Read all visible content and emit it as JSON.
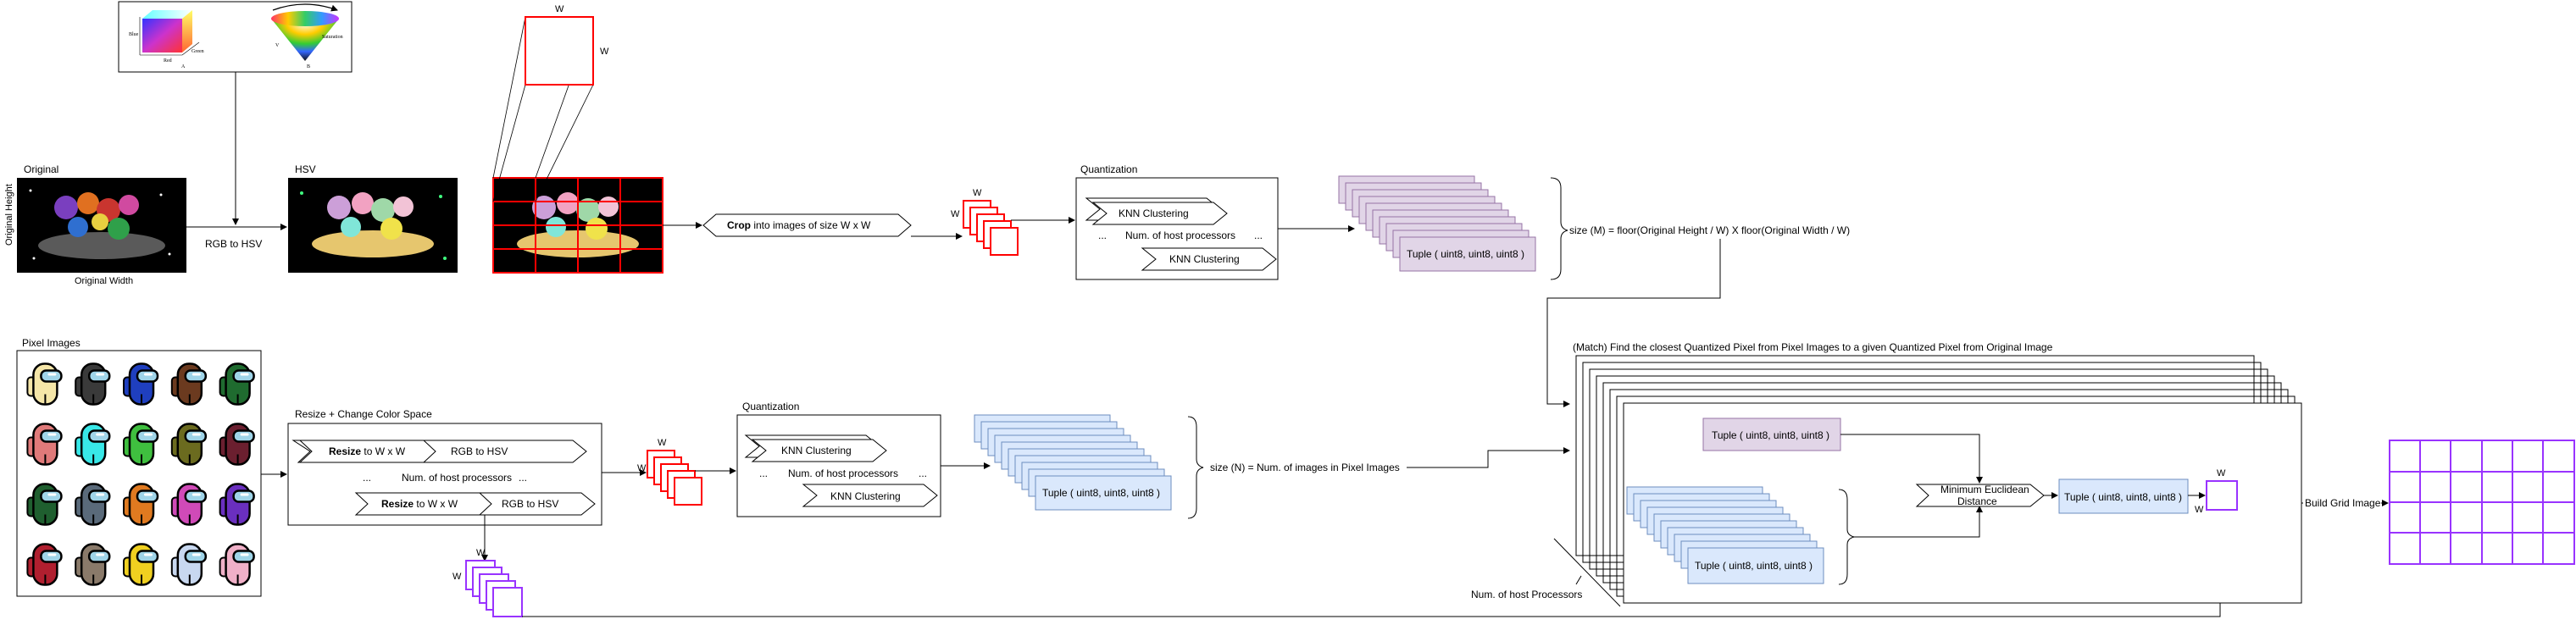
{
  "colors": {
    "accent_red": "#ff0000",
    "accent_purple": "#9933ff",
    "tuple_purple_fill": "#e1d5e7",
    "tuple_purple_stroke": "#9673a6",
    "tuple_blue_fill": "#dae8fc",
    "tuple_blue_stroke": "#6c8ebf",
    "photo_bg": "#000000"
  },
  "top": {
    "color_models": {
      "a_label": "A",
      "b_label": "B"
    },
    "original": {
      "label": "Original",
      "height_label": "Original Height",
      "width_label": "Original Width"
    },
    "rgb_to_hsv": "RGB to HSV",
    "hsv_label": "HSV",
    "w": "W",
    "crop": {
      "bold": "Crop",
      "rest": " into images of size W x W"
    },
    "quantization": {
      "label": "Quantization",
      "knn1": "KNN Clustering",
      "knn2": "KNN Clustering",
      "num_hosts": "Num. of host processors",
      "dots": "..."
    },
    "tuple": "Tuple ( uint8, uint8, uint8 )",
    "size_m": "size (M) = floor(Original Height / W) X floor(Original Width / W)"
  },
  "bottom": {
    "pixel_images_label": "Pixel Images",
    "resize": {
      "label": "Resize + Change Color Space",
      "resize_bold": "Resize",
      "resize_rest": " to W x W",
      "rgb_to_hsv": "RGB to HSV",
      "num_hosts": "Num. of host processors",
      "dots": "..."
    },
    "quantization": {
      "label": "Quantization",
      "knn1": "KNN Clustering",
      "knn2": "KNN Clustering",
      "num_hosts": "Num. of host processors",
      "dots": "..."
    },
    "tuple": "Tuple ( uint8, uint8, uint8 )",
    "size_n": "size (N) = Num. of images in Pixel Images",
    "w": "W"
  },
  "match": {
    "label": "(Match) Find the closest Quantized Pixel from Pixel Images to a given Quantized Pixel from Original Image",
    "tuple_purple": "Tuple ( uint8, uint8, uint8 )",
    "tuple_blue": "Tuple ( uint8, uint8, uint8 )",
    "tuple_result": "Tuple ( uint8, uint8, uint8 )",
    "min_dist": "Minimum Euclidean Distance",
    "num_hosts": "Num. of host Processors",
    "w": "W"
  },
  "build_grid": "Build Grid Image"
}
